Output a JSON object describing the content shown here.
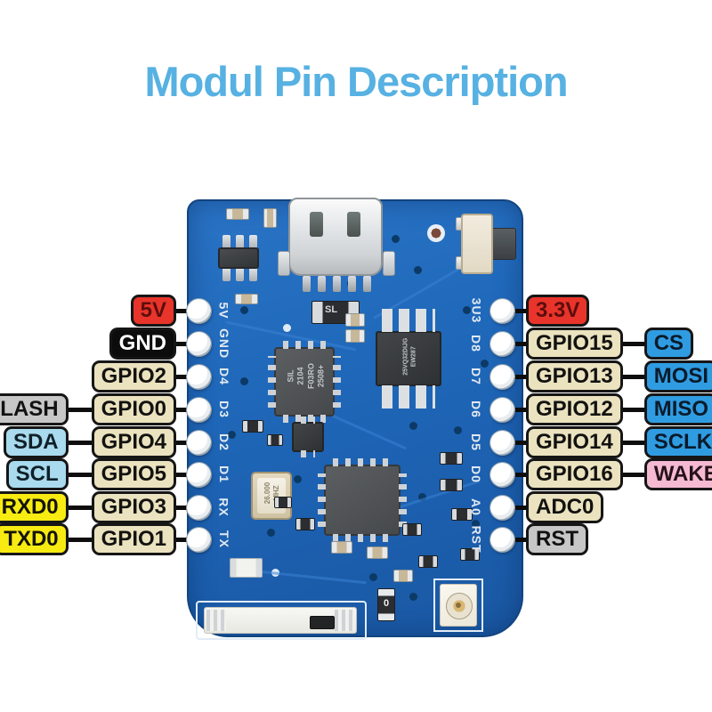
{
  "title": {
    "text": "Modul Pin Description"
  },
  "colors": {
    "title": "#57b1e2",
    "board": "#1e64b4",
    "wire": "#0d0d0d"
  },
  "badge_styles": {
    "red": {
      "bg": "#e8342a",
      "fg": "#5d0d0d"
    },
    "black": {
      "bg": "#0c0c0c",
      "fg": "#ffffff"
    },
    "tan": {
      "bg": "#ebe2bf",
      "fg": "#121210"
    },
    "gray": {
      "bg": "#c7c7c7",
      "fg": "#121212"
    },
    "lightblue": {
      "bg": "#a9daee",
      "fg": "#102028"
    },
    "yellow": {
      "bg": "#f7eb12",
      "fg": "#141305"
    },
    "blue": {
      "bg": "#2f9ce2",
      "fg": "#0b1b2b"
    },
    "pink": {
      "bg": "#f5bad2",
      "fg": "#261218"
    }
  },
  "left_rows": [
    {
      "outer": null,
      "inner": {
        "label": "5V",
        "style": "red"
      }
    },
    {
      "outer": null,
      "inner": {
        "label": "GND",
        "style": "black"
      }
    },
    {
      "outer": null,
      "inner": {
        "label": "GPIO2",
        "style": "tan"
      }
    },
    {
      "outer": {
        "label": "FLASH",
        "style": "gray"
      },
      "inner": {
        "label": "GPIO0",
        "style": "tan"
      }
    },
    {
      "outer": {
        "label": "SDA",
        "style": "lightblue"
      },
      "inner": {
        "label": "GPIO4",
        "style": "tan"
      }
    },
    {
      "outer": {
        "label": "SCL",
        "style": "lightblue"
      },
      "inner": {
        "label": "GPIO5",
        "style": "tan"
      }
    },
    {
      "outer": {
        "label": "RXD0",
        "style": "yellow"
      },
      "inner": {
        "label": "GPIO3",
        "style": "tan"
      }
    },
    {
      "outer": {
        "label": "TXD0",
        "style": "yellow"
      },
      "inner": {
        "label": "GPIO1",
        "style": "tan"
      }
    }
  ],
  "right_rows": [
    {
      "inner": {
        "label": "3.3V",
        "style": "red"
      },
      "outer": null
    },
    {
      "inner": {
        "label": "GPIO15",
        "style": "tan"
      },
      "outer": {
        "label": "CS",
        "style": "blue"
      }
    },
    {
      "inner": {
        "label": "GPIO13",
        "style": "tan"
      },
      "outer": {
        "label": "MOSI",
        "style": "blue"
      }
    },
    {
      "inner": {
        "label": "GPIO12",
        "style": "tan"
      },
      "outer": {
        "label": "MISO",
        "style": "blue"
      }
    },
    {
      "inner": {
        "label": "GPIO14",
        "style": "tan"
      },
      "outer": {
        "label": "SCLK",
        "style": "blue"
      }
    },
    {
      "inner": {
        "label": "GPIO16",
        "style": "tan"
      },
      "outer": {
        "label": "WAKE",
        "style": "pink"
      }
    },
    {
      "inner": {
        "label": "ADC0",
        "style": "tan"
      },
      "outer": null
    },
    {
      "inner": {
        "label": "RST",
        "style": "gray"
      },
      "outer": null
    }
  ],
  "silkscreen": {
    "left": [
      "5V",
      "GND",
      "D4",
      "D3",
      "D2",
      "D1",
      "RX",
      "TX"
    ],
    "right": [
      "3U3",
      "D8",
      "D7",
      "D6",
      "D5",
      "D0",
      "A0",
      "RST"
    ]
  },
  "board_text": {
    "crystal": "26.000\nMHZ",
    "mcu_small": "SIL\n2104\nF03RO\n2508+",
    "flash": "25VQ32DIJG\nEW287",
    "diode": "SL",
    "zero_resistor": "0"
  }
}
